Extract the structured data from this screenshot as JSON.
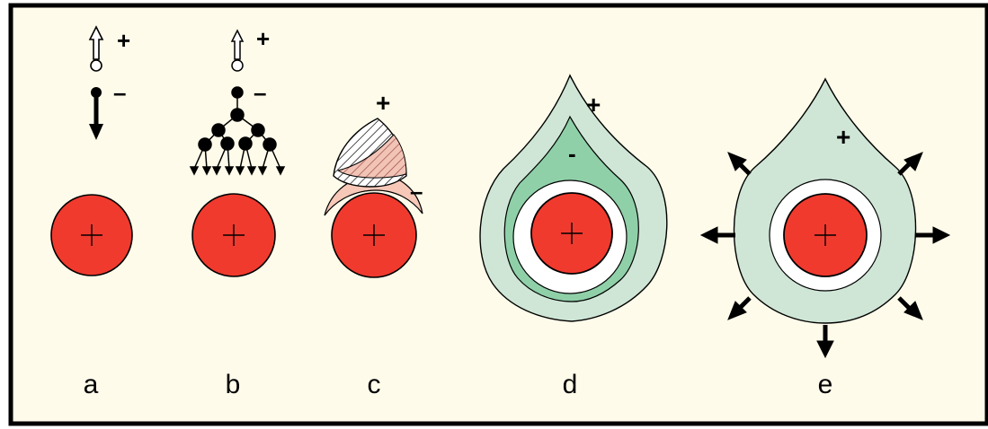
{
  "colors": {
    "background": "#fffbea",
    "frame": "#000000",
    "nucleus": "#f03a2e",
    "outer_cloud": "#cfe6d6",
    "inner_cloud": "#8fd0a8",
    "white_gap": "#ffffff",
    "pink_sheath": "#f7c8b8",
    "hatch": "#b87878"
  },
  "icons": {
    "positive_particle": "open-arrow-up-with-hollow-ball",
    "negative_particle": "solid-arrow-down-with-filled-ball",
    "cascade": "branching-tree-of-filled-dots",
    "expansion": "outward-arrows"
  },
  "panels": [
    {
      "label": "a",
      "upper_sign": "+",
      "lower_sign": "–",
      "nucleus_sign": "+"
    },
    {
      "label": "b",
      "upper_sign": "+",
      "lower_sign": "–",
      "nucleus_sign": "+"
    },
    {
      "label": "c",
      "upper_sign": "+",
      "lower_sign": "–",
      "nucleus_sign": "+"
    },
    {
      "label": "d",
      "outer_sign": "+",
      "inner_sign": "-",
      "nucleus_sign": "+"
    },
    {
      "label": "e",
      "cloud_sign": "+",
      "nucleus_sign": "+"
    }
  ]
}
